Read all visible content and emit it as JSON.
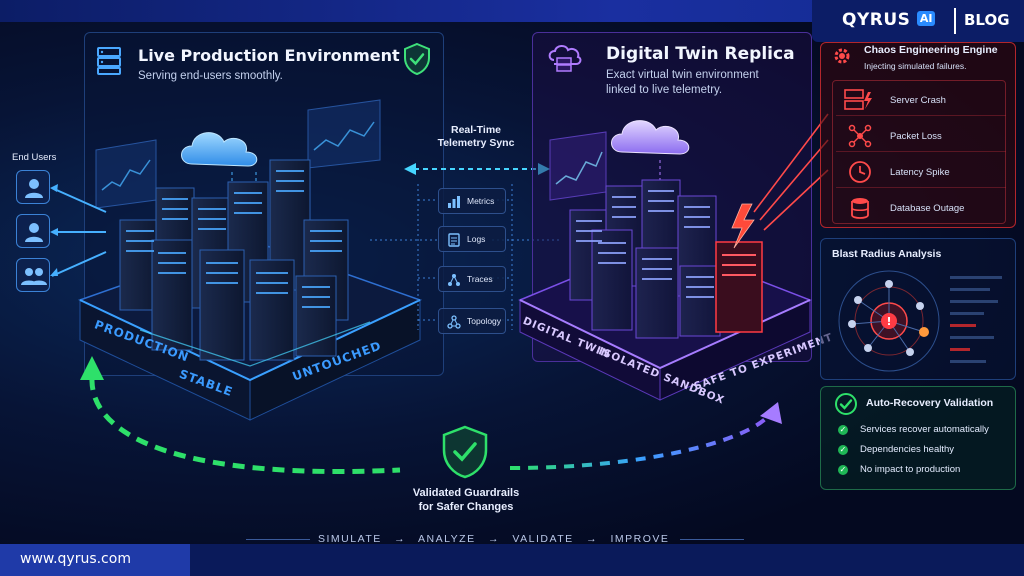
{
  "brand": {
    "name": "QYRUS",
    "ai_badge": "AI",
    "section": "BLOG"
  },
  "production": {
    "title": "Live Production Environment",
    "subtitle": "Serving end-users smoothly.",
    "platform_labels": [
      "PRODUCTION",
      "STABLE",
      "UNTOUCHED"
    ]
  },
  "end_users": {
    "label": "End Users"
  },
  "telemetry": {
    "title_line1": "Real-Time",
    "title_line2": "Telemetry Sync",
    "items": [
      {
        "label": "Metrics",
        "icon": "bar-chart-icon"
      },
      {
        "label": "Logs",
        "icon": "document-icon"
      },
      {
        "label": "Traces",
        "icon": "network-icon"
      },
      {
        "label": "Topology",
        "icon": "topology-icon"
      }
    ]
  },
  "twin": {
    "title": "Digital Twin Replica",
    "subtitle_line1": "Exact virtual twin environment",
    "subtitle_line2": "linked to live telemetry.",
    "platform_labels": [
      "DIGITAL TWIN",
      "ISOLATED SANDBOX",
      "SAFE TO EXPERIMENT"
    ]
  },
  "chaos": {
    "title": "Chaos Engineering Engine",
    "subtitle": "Injecting simulated failures.",
    "items": [
      {
        "label": "Server Crash",
        "icon": "server-crash-icon"
      },
      {
        "label": "Packet Loss",
        "icon": "packet-loss-icon"
      },
      {
        "label": "Latency Spike",
        "icon": "clock-icon"
      },
      {
        "label": "Database Outage",
        "icon": "database-icon"
      }
    ]
  },
  "blast": {
    "title": "Blast Radius Analysis"
  },
  "recovery": {
    "title": "Auto-Recovery Validation",
    "items": [
      "Services recover automatically",
      "Dependencies healthy",
      "No impact to production"
    ]
  },
  "guardrails": {
    "line1": "Validated Guardrails",
    "line2": "for Safer Changes"
  },
  "process": {
    "steps": [
      "SIMULATE",
      "ANALYZE",
      "VALIDATE",
      "IMPROVE"
    ],
    "arrow": "→"
  },
  "footer": {
    "url": "www.qyrus.com"
  },
  "colors": {
    "blue": "#3b9bff",
    "purple": "#8b5cf6",
    "red": "#ef3b44",
    "green": "#2ee06a",
    "cyan": "#46d6ff"
  }
}
